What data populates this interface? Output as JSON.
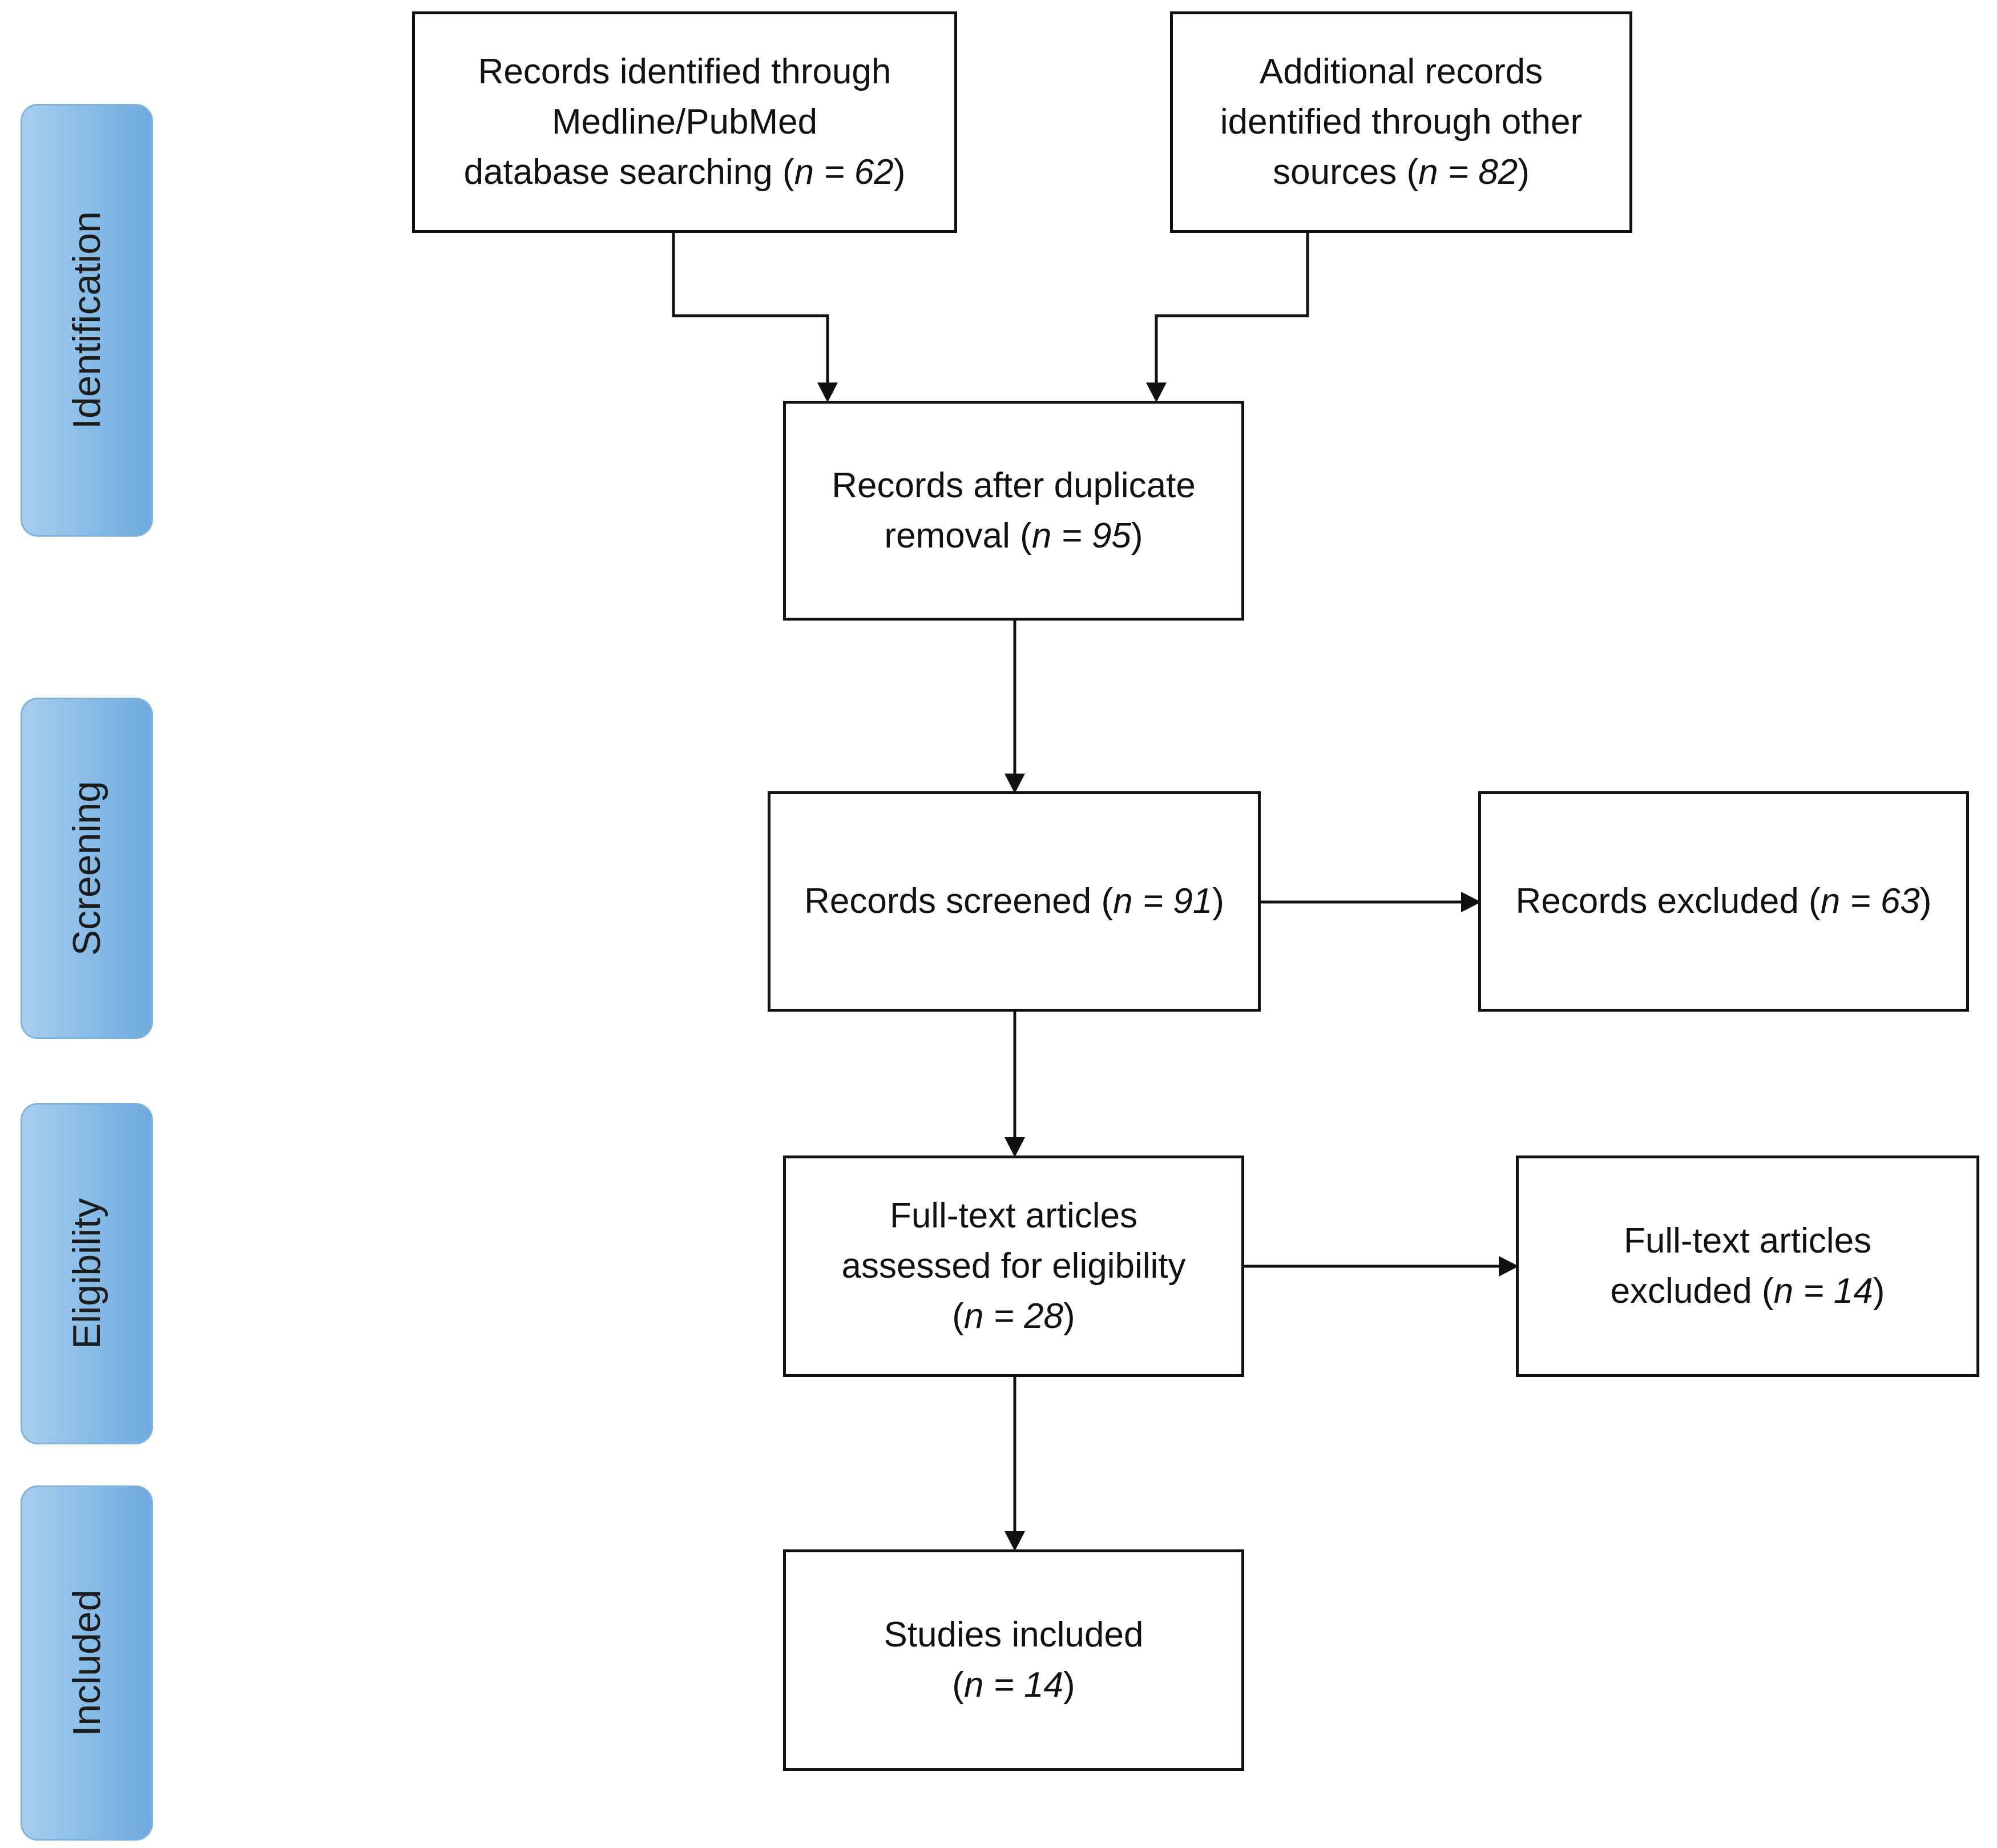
{
  "stages": {
    "identification": "Identification",
    "screening": "Screening",
    "eligibility": "Eligibility",
    "included": "Included"
  },
  "boxes": {
    "pubmed": {
      "line1": "Records identified through",
      "line2": "Medline/PubMed",
      "line3": "database searching (",
      "n": "n = 62",
      "close": ")"
    },
    "other": {
      "line1": "Additional records",
      "line2": "identified through other",
      "line3": "sources (",
      "n": "n = 82",
      "close": ")"
    },
    "dedup": {
      "line1": "Records after duplicate",
      "line2": "removal (",
      "n": "n = 95",
      "close": ")"
    },
    "screened": {
      "line1": "Records screened (",
      "n": "n = 91",
      "close": ")"
    },
    "excluded": {
      "line1": "Records excluded (",
      "n": "n = 63",
      "close": ")"
    },
    "fulltext": {
      "line1": "Full-text articles",
      "line2": "assessed for eligibility",
      "open": "(",
      "n": "n = 28",
      "close": ")"
    },
    "fulltext_excluded": {
      "line1": "Full-text articles",
      "line2": "excluded (",
      "n": "n = 14",
      "close": ")"
    },
    "included": {
      "line1": "Studies included",
      "open": "(",
      "n": "n = 14",
      "close": ")"
    }
  }
}
